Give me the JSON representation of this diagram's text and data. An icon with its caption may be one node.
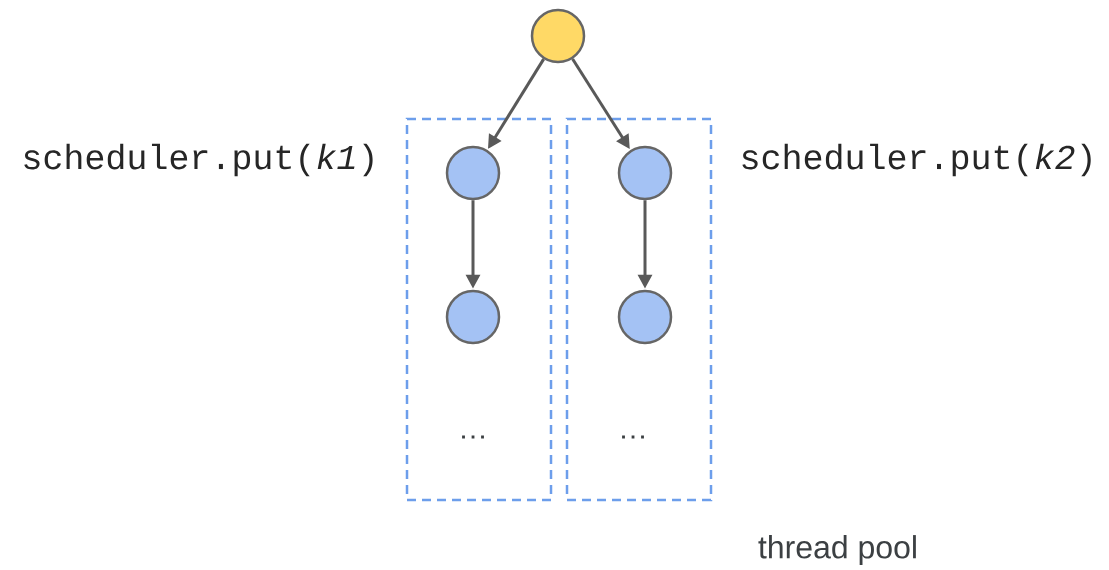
{
  "diagram": {
    "nodes": [
      {
        "text": [],
        "shape": "circle"
      },
      {
        "text": [
          "…"
        ],
        "beside": [
          "scheduler.put(*k1*)"
        ]
      },
      {
        "text": [],
        "shape": "circle",
        "in": 1
      },
      {
        "text": [],
        "shape": "circle",
        "in": 1
      },
      {
        "text": [
          "…"
        ],
        "beside": [
          "scheduler.put(*k2*)"
        ]
      },
      {
        "text": [],
        "shape": "circle",
        "in": 4
      },
      {
        "text": [],
        "shape": "circle",
        "in": 4
      }
    ],
    "edges": [
      {
        "from": 0,
        "to": 2,
        "arrow": "to"
      },
      {
        "from": 0,
        "to": 5,
        "arrow": "to"
      },
      {
        "from": 2,
        "to": 3,
        "arrow": "to"
      },
      {
        "from": 5,
        "to": 6,
        "arrow": "to"
      }
    ],
    "labels": [
      "thread pool"
    ]
  }
}
